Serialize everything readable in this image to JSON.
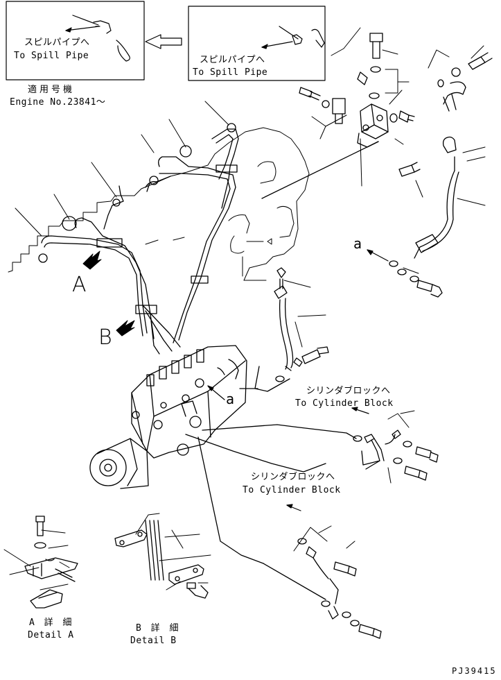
{
  "inset_left": {
    "jp": "スピルパイプへ",
    "en": "To Spill Pipe"
  },
  "inset_right": {
    "jp": "スピルパイプへ",
    "en": "To Spill Pipe"
  },
  "engine_note": {
    "jp": "適用号機",
    "en": "Engine No.23841〜"
  },
  "view_a": "A",
  "view_b": "B",
  "ref_a_1": "a",
  "ref_a_2": "a",
  "cyl_block_1": {
    "jp": "シリンダブロックへ",
    "en": "To Cylinder Block"
  },
  "cyl_block_2": {
    "jp": "シリンダブロックへ",
    "en": "To Cylinder Block"
  },
  "detail_a": {
    "jp": "A 詳 細",
    "en": "Detail A"
  },
  "detail_b": {
    "jp": "B 詳 細",
    "en": "Detail B"
  },
  "drawing_no": "PJ39415"
}
